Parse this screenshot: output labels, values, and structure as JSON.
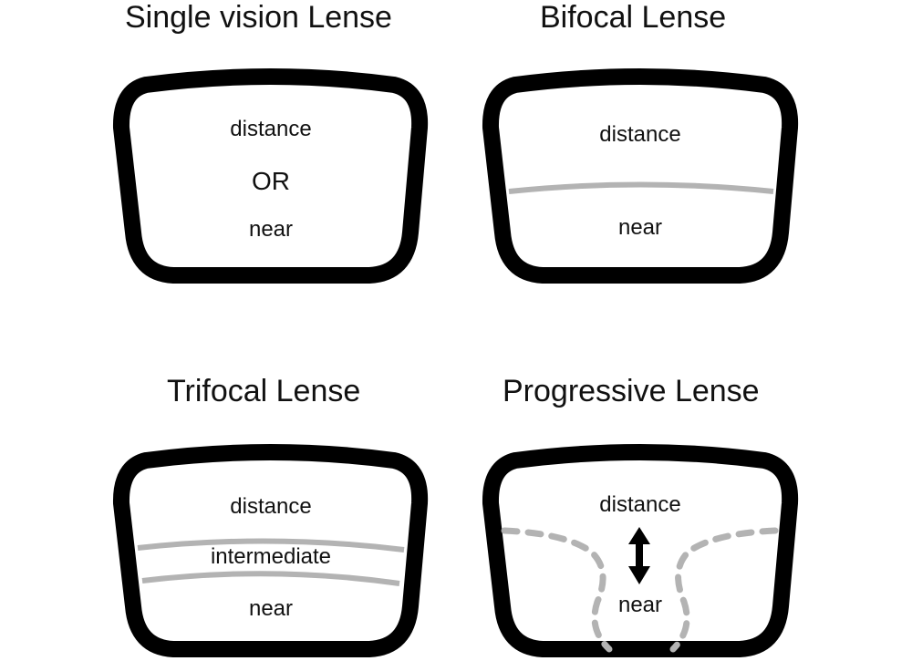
{
  "panels": [
    {
      "title": "Single vision Lense",
      "labels": {
        "top": "distance",
        "middle": "OR",
        "bottom": "near"
      }
    },
    {
      "title": "Bifocal Lense",
      "labels": {
        "top": "distance",
        "bottom": "near"
      }
    },
    {
      "title": "Trifocal Lense",
      "labels": {
        "top": "distance",
        "middle": "intermediate",
        "bottom": "near"
      }
    },
    {
      "title": "Progressive Lense",
      "labels": {
        "top": "distance",
        "bottom": "near"
      },
      "icon": "double-arrow-vertical"
    }
  ],
  "colors": {
    "frame": "#000000",
    "divider": "#b3b3b3",
    "background": "#ffffff"
  }
}
